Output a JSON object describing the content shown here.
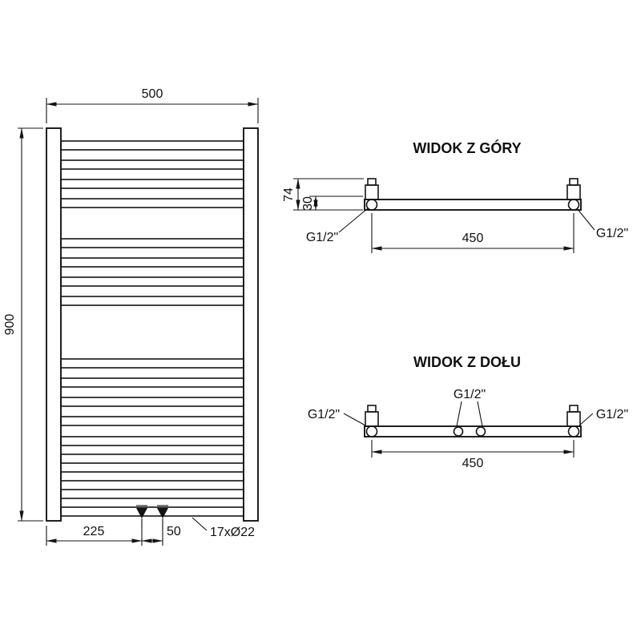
{
  "drawing": {
    "front_view": {
      "width": "500",
      "height": "900",
      "bottom_offset": "225",
      "valve_spacing": "50",
      "tubes": "17xØ22"
    },
    "top_view": {
      "title": "WIDOK Z GÓRY",
      "depth": "74",
      "axis_offset": "30",
      "connection_spacing": "450",
      "left_connection": "G1/2\"",
      "right_connection": "G1/2\""
    },
    "bottom_view": {
      "title": "WIDOK Z DOŁU",
      "left_connection": "G1/2\"",
      "center_connection": "G1/2\"",
      "right_connection": "G1/2\"",
      "connection_spacing": "450"
    }
  }
}
